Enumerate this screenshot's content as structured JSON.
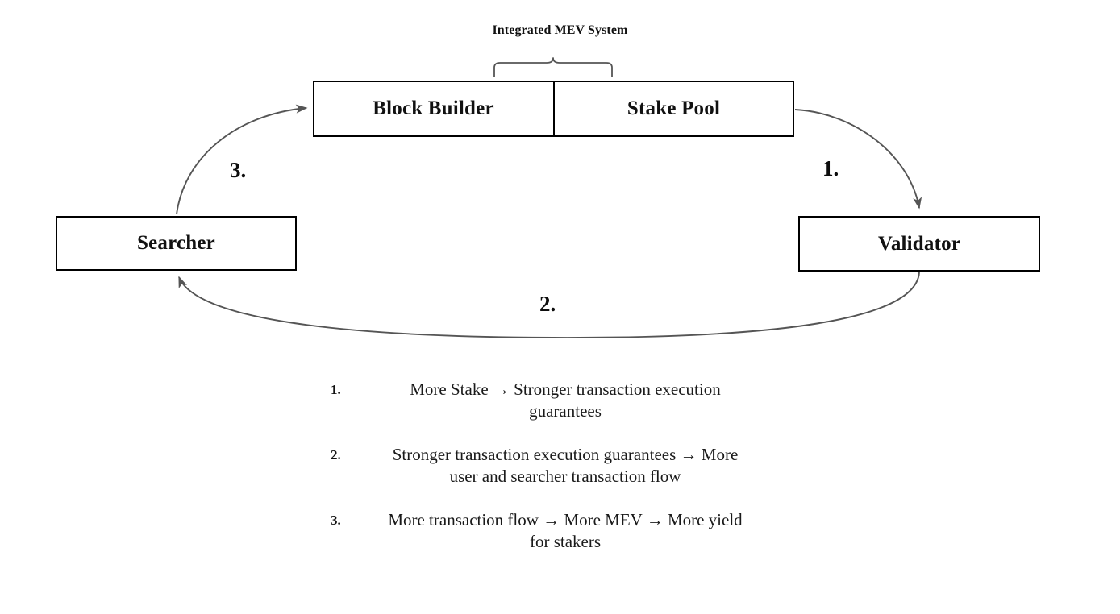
{
  "diagram": {
    "title": "Integrated MEV System",
    "background_color": "#ffffff",
    "line_color": "#555555",
    "box_border_color": "#000000",
    "nodes": {
      "block_builder": "Block Builder",
      "stake_pool": "Stake Pool",
      "searcher": "Searcher",
      "validator": "Validator"
    },
    "edges": [
      {
        "label": "1.",
        "from": "Stake Pool",
        "to": "Validator"
      },
      {
        "label": "2.",
        "from": "Validator",
        "to": "Searcher"
      },
      {
        "label": "3.",
        "from": "Searcher",
        "to": "Block Builder"
      }
    ],
    "brace": {
      "name": "curly-brace",
      "covers": [
        "Block Builder",
        "Stake Pool"
      ]
    }
  },
  "legend": {
    "items": [
      {
        "number": "1.",
        "text": "More Stake → Stronger transaction execution guarantees"
      },
      {
        "number": "2.",
        "text": "Stronger transaction execution guarantees → More user and searcher transaction flow"
      },
      {
        "number": "3.",
        "text": "More transaction flow → More MEV → More yield for stakers"
      }
    ]
  }
}
